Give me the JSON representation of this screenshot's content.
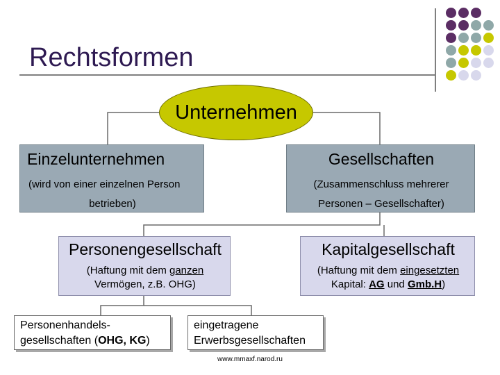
{
  "title": "Rechtsformen",
  "colors": {
    "purple": "#5b2d64",
    "teal": "#8fa8a8",
    "olive": "#c6c800",
    "lavender": "#d8d8ec"
  },
  "root": {
    "label": "Unternehmen"
  },
  "einzel": {
    "title": "Einzelunternehmen",
    "line1": "(wird von einer einzelnen Person",
    "line2": "betrieben)"
  },
  "gesell": {
    "title": "Gesellschaften",
    "line1": "(Zusammenschluss mehrerer",
    "line2": "Personen – Gesellschafter)"
  },
  "personen": {
    "title": "Personengesellschaft",
    "line1_pre": "(Haftung mit dem ",
    "line1_u": "ganzen",
    "line2": "Vermögen, z.B. OHG)"
  },
  "kapital": {
    "title": "Kapitalgesellschaft",
    "line1_pre": "(Haftung mit dem ",
    "line1_u": "eingesetzten",
    "line2_pre": "Kapital: ",
    "ag": "AG",
    "und": " und ",
    "gmbh": "Gmb.H",
    "close": ")"
  },
  "handel": {
    "line1": "Personenhandels-",
    "line2_pre": "gesellschaften (",
    "line2_bold": "OHG, KG",
    "line2_post": ")"
  },
  "erwerb": {
    "line1": "eingetragene",
    "line2": "Erwerbsgesellschaften"
  },
  "footer": "www.mmaxf.narod.ru"
}
